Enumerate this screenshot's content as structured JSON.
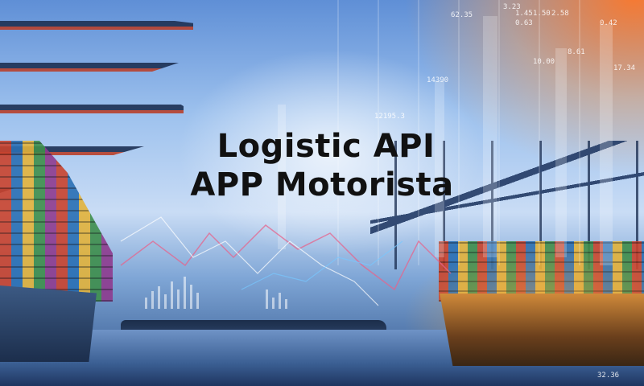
{
  "banner": {
    "title_line1": "Logistic API",
    "title_line2": "APP Motorista"
  },
  "ticker": {
    "v1": "62.35",
    "v2": "3.23",
    "v3": "1.45",
    "v4": "0.63",
    "v5": "1.50",
    "v6": "2.58",
    "v7": "12195.3",
    "v8": "14390",
    "v9": "0.42",
    "v10": "10.00",
    "v11": "17.34",
    "v12": "8.61",
    "v13": "32.36"
  },
  "colors": {
    "title": "#111111",
    "sunset": "#ff7828",
    "sky": "#9ec2ee"
  }
}
